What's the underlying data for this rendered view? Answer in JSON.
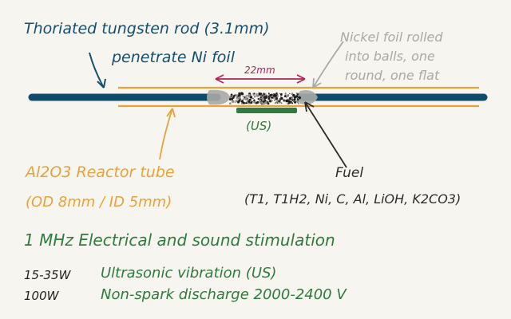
{
  "labels": {
    "rod_title_1": "Thoriated tungsten rod (3.1mm)",
    "rod_title_2": "penetrate Ni foil",
    "nickel_1": "Nickel foil rolled",
    "nickel_2": "into balls, one",
    "nickel_3": "round, one flat",
    "dimension": "22mm",
    "us_tag": "(US)",
    "tube_1": "Al2O3 Reactor tube",
    "tube_2": "(OD 8mm / ID 5mm)",
    "fuel_title": "Fuel",
    "fuel_list": "(T1, T1H2, Ni, C, Al, LiOH, K2CO3)",
    "stim_title": "1 MHz  Electrical and sound stimulation",
    "us_power": "15-35W",
    "us_desc": "Ultrasonic vibration (US)",
    "dis_power": "100W",
    "dis_desc": "Non-spark discharge 2000-2400 V"
  },
  "colors": {
    "rod": "#0f4c6b",
    "tube": "#e8a23a",
    "label_blue": "#164f6e",
    "label_orange": "#e8a23a",
    "nickel": "#a8aaa6",
    "dimension": "#b0245a",
    "green": "#2f7a3e",
    "fuel": "#2b2b2b",
    "text_dark": "#1f1f1f"
  }
}
